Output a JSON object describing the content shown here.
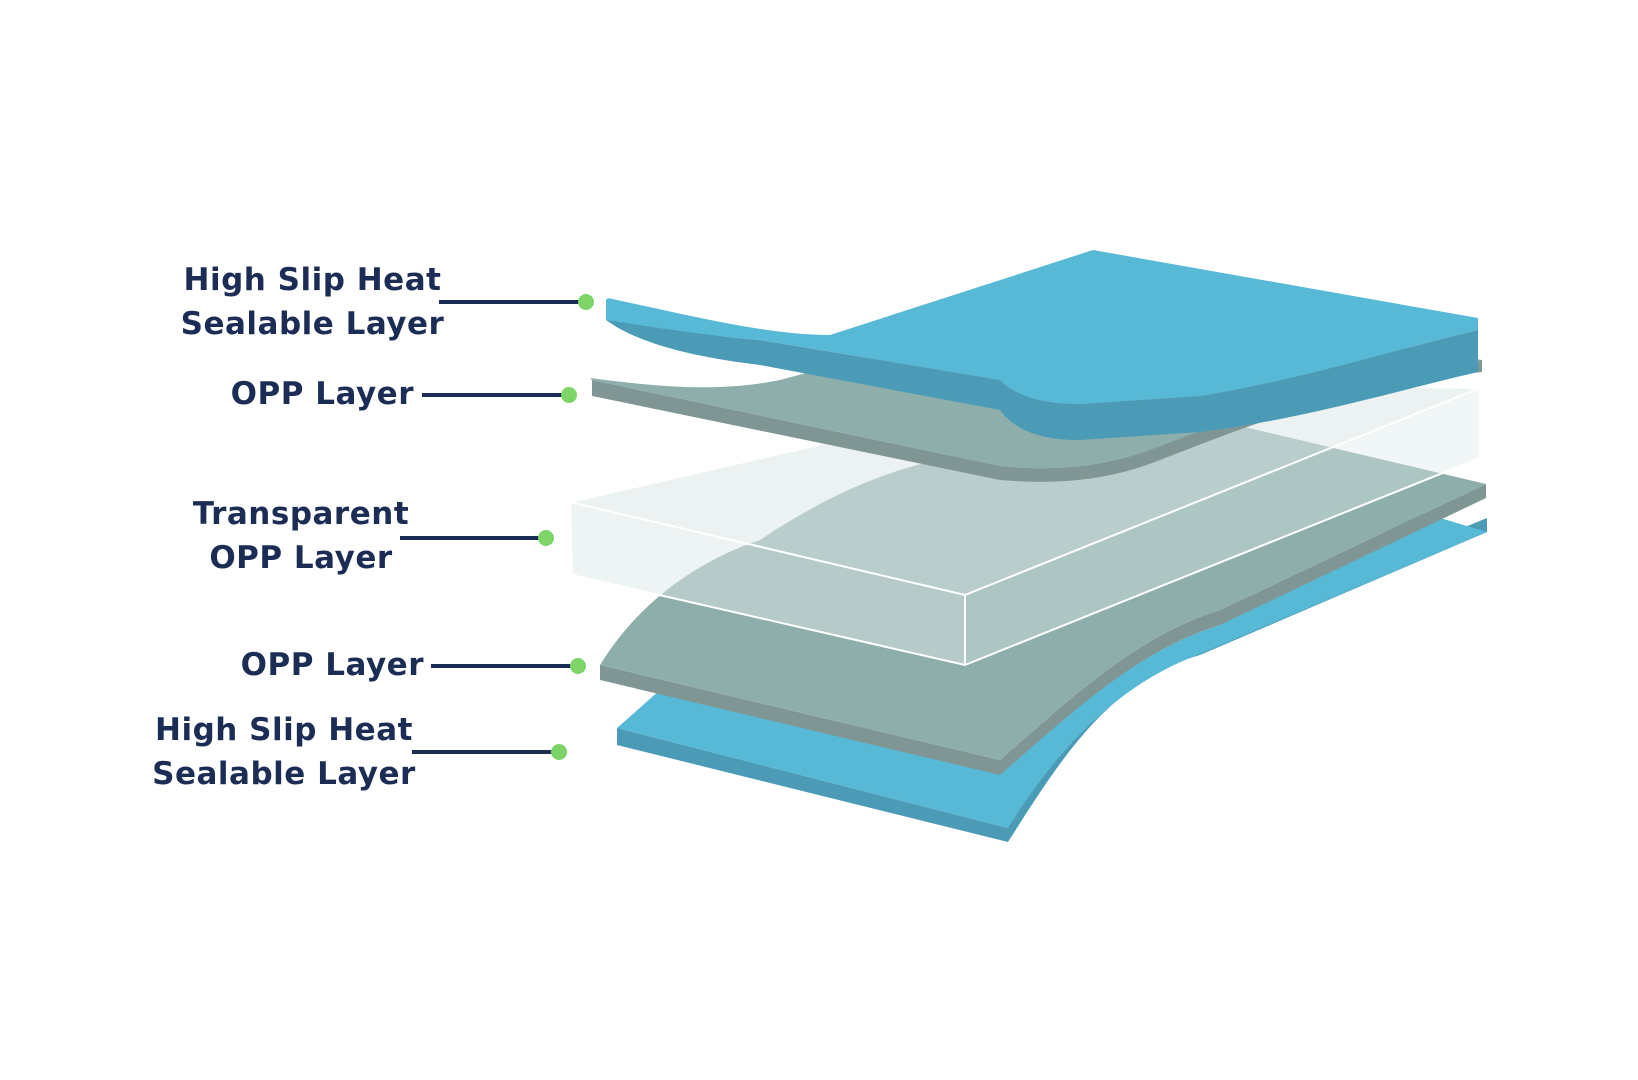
{
  "colors": {
    "label_text": "#1c2d55",
    "leader_line": "#1c2d55",
    "leader_dot": "#7ed567",
    "heat_sealable_layer": "#58b9d6",
    "heat_sealable_edge": "#4c9bb6",
    "opp_layer": "#8eaeab",
    "opp_layer_edge": "#7f9694",
    "transparent_layer": "#dde8e8",
    "transparent_edge": "#ffffff"
  },
  "layers": [
    {
      "id": "top-heat-sealable",
      "line1": "High Slip Heat",
      "line2": "Sealable Layer"
    },
    {
      "id": "top-opp",
      "line1": "OPP Layer",
      "line2": ""
    },
    {
      "id": "transparent-opp",
      "line1": "Transparent",
      "line2": "OPP Layer"
    },
    {
      "id": "bottom-opp",
      "line1": "OPP Layer",
      "line2": ""
    },
    {
      "id": "bottom-heat-sealable",
      "line1": "High Slip Heat",
      "line2": "Sealable Layer"
    }
  ]
}
